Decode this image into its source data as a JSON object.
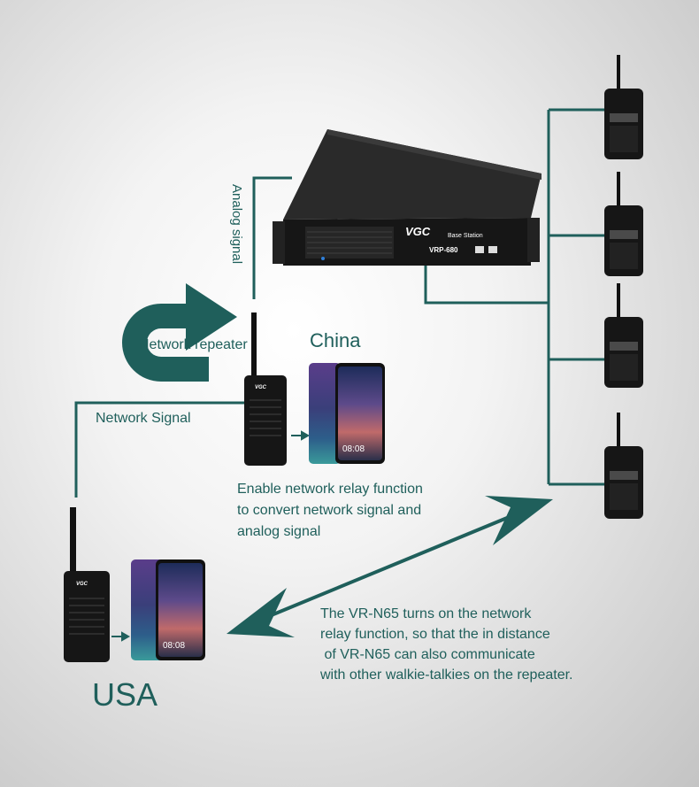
{
  "labels": {
    "analog_signal": "Analog signal",
    "network_repeater": "Network repeater",
    "network_signal": "Network Signal",
    "china": "China",
    "usa": "USA",
    "relay_note": [
      "Enable network relay function",
      "to convert network signal and",
      "analog signal"
    ],
    "description": [
      "The VR-N65 turns on the network",
      "relay function, so that the in distance",
      " of VR-N65 can also communicate",
      "with other walkie-talkies on the repeater."
    ]
  },
  "base_station": {
    "brand": "VGC",
    "subtitle": "Base Station",
    "model": "VRP-680"
  },
  "phones": {
    "clock": "08:08"
  },
  "radio_logo": "VGC",
  "colors": {
    "line": "#1f5f5b",
    "station": "#1c1c1c",
    "radio": "#161616",
    "text": "#1f5f5b"
  },
  "icons": [
    "curved-arrow-icon",
    "double-headed-arrow-icon",
    "small-arrow-icon"
  ]
}
